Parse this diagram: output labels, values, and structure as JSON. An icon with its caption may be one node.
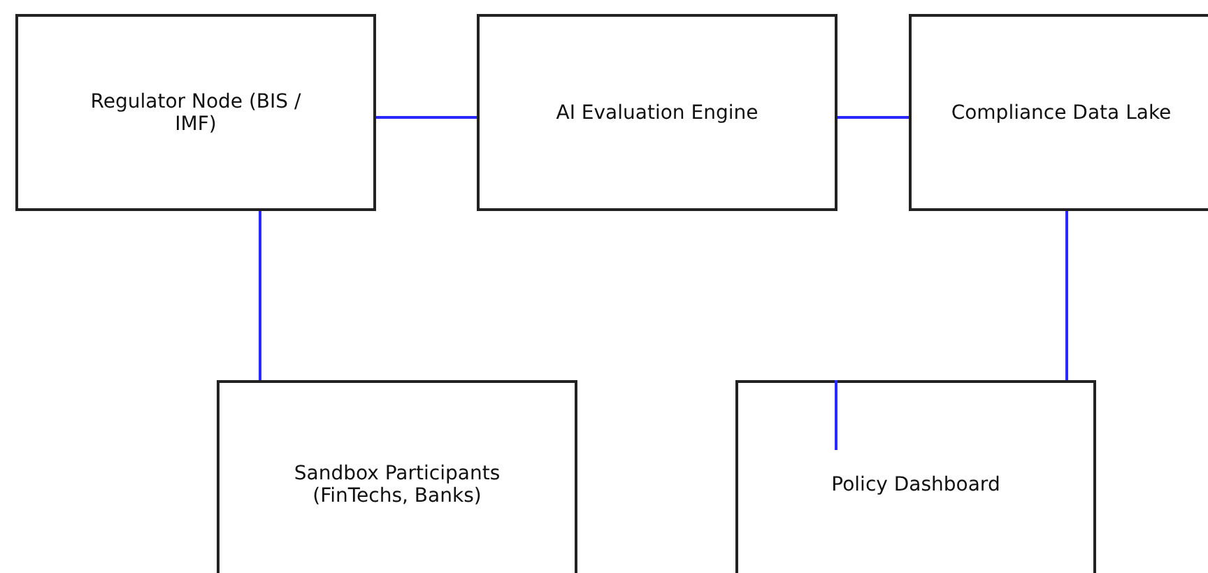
{
  "diagram": {
    "nodes": [
      {
        "text": [
          "Regulator Node (BIS / IMF)"
        ]
      },
      {
        "text": [
          "AI Evaluation Engine"
        ]
      },
      {
        "text": [
          "Compliance Data Lake"
        ]
      },
      {
        "text": [
          "Sandbox Participants (FinTechs, Banks)"
        ]
      },
      {
        "text": [
          "Policy Dashboard"
        ]
      }
    ],
    "edges": [
      {
        "from": 0,
        "to": 1,
        "arrow": "none"
      },
      {
        "from": 1,
        "to": 2,
        "arrow": "none"
      },
      {
        "from": 0,
        "to": 3,
        "arrow": "none"
      },
      {
        "from": 2,
        "to": 4,
        "arrow": "none"
      },
      {
        "from": 4,
        "to": null,
        "arrow": "none"
      }
    ]
  }
}
